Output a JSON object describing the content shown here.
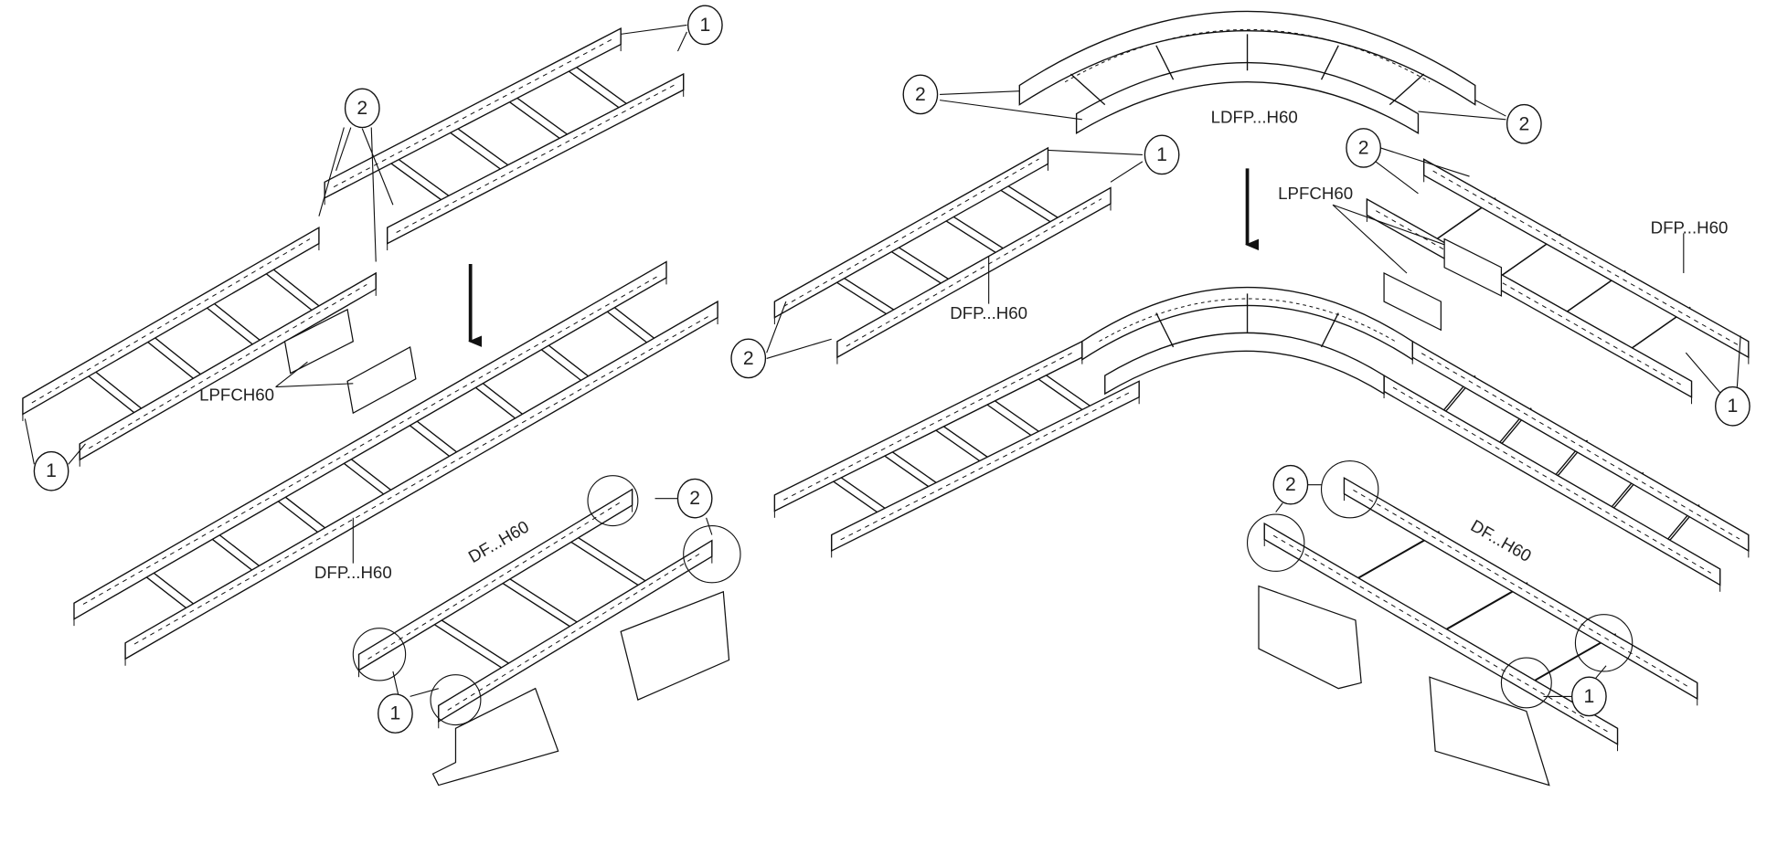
{
  "title": "Cable ladder joining assembly: straight and 90° bend",
  "callouts": {
    "one": "1",
    "two": "2"
  },
  "labels": {
    "lpfch60_left": "LPFCH60",
    "dfp_h60_left": "DFP...H60",
    "df_h60_left": "DF...H60",
    "ldfp_h60": "LDFP...H60",
    "lpfch60_right": "LPFCH60",
    "dfp_h60_right_top": "DFP...H60",
    "dfp_h60_right_left": "DFP...H60",
    "df_h60_right": "DF...H60"
  },
  "colors": {
    "line": "#111111",
    "background": "#ffffff"
  }
}
